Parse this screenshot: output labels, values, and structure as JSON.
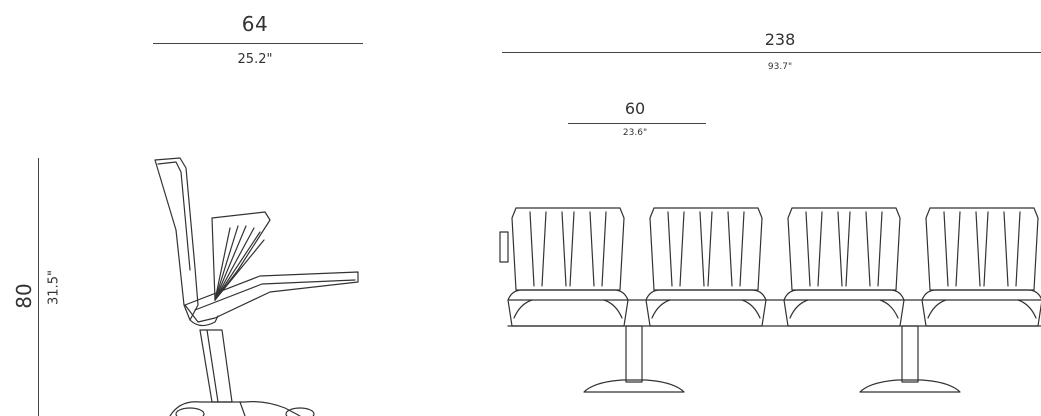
{
  "dimensions": {
    "side_depth_cm": "64",
    "side_depth_in": "25.2\"",
    "row_width_cm": "238",
    "row_width_in": "93.7\"",
    "seat_width_cm": "60",
    "seat_width_in": "23.6\"",
    "height_cm": "80",
    "height_in": "31.5\""
  }
}
